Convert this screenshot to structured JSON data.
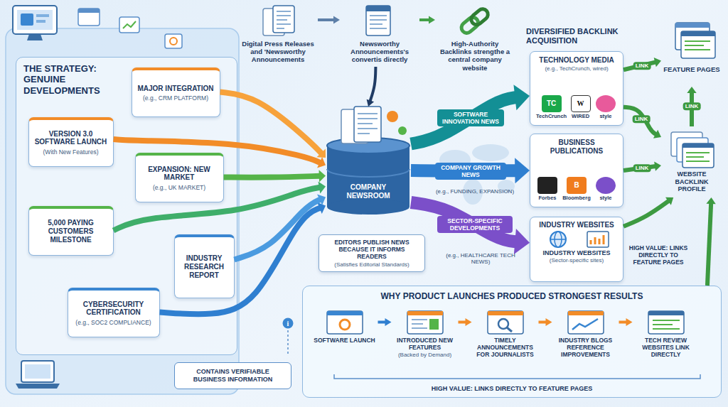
{
  "diagram": {
    "nodes": [
      {
        "text": [
          "THE STRATEGY: GENUINE DEVELOPMENTS"
        ]
      },
      {
        "text": [
          "VERSION 3.0 SOFTWARE LAUNCH",
          "(With New Features)"
        ],
        "in": 0
      },
      {
        "text": [
          "MAJOR INTEGRATION",
          "(e.g., CRM PLATFORM)"
        ],
        "in": 0
      },
      {
        "text": [
          "EXPANSION: NEW MARKET",
          "(e.g., UK MARKET)"
        ],
        "in": 0
      },
      {
        "text": [
          "5,000 PAYING CUSTOMERS MILESTONE"
        ],
        "in": 0
      },
      {
        "text": [
          "CYBERSECURITY CERTIFICATION",
          "(e.g., SOC2 COMPLIANCE)"
        ],
        "in": 0
      },
      {
        "text": [
          "INDUSTRY RESEARCH REPORT"
        ],
        "in": 0
      },
      {
        "text": [
          "CONTAINS VERIFIABLE BUSINESS INFORMATION"
        ]
      },
      {
        "text": [
          "Digital Press Releases and 'Newsworthy Announcements"
        ]
      },
      {
        "text": [
          "Newsworthy Announcements's convertis directly"
        ]
      },
      {
        "text": [
          "High-Authority Backlinks strengthe a central company website"
        ]
      },
      {
        "text": [
          "COMPANY NEWSROOM"
        ]
      },
      {
        "text": [
          "EDITORS PUBLISH NEWS BECAUSE IT INFORMS READERS",
          "(Satisfies Editorial Standards)"
        ]
      },
      {
        "text": [
          "TECHNOLOGY MEDIA",
          "(e.g., TechCrunch, wired)"
        ]
      },
      {
        "text": [
          "TC",
          "TechCrunch"
        ],
        "in": 13
      },
      {
        "text": [
          "W",
          "WIRED"
        ],
        "in": 13
      },
      {
        "text": [
          "style"
        ],
        "in": 13
      },
      {
        "text": [
          "BUSINESS PUBLICATIONS"
        ]
      },
      {
        "text": [
          "Forbes"
        ],
        "in": 17
      },
      {
        "text": [
          "B",
          "Bloomberg"
        ],
        "in": 17
      },
      {
        "text": [
          "style"
        ],
        "in": 17
      },
      {
        "text": [
          "INDUSTRY WEBSITES",
          "INDUSTRY WEBSITES",
          "(Sector-specific sites)"
        ]
      },
      {
        "text": [
          "FEATURE PAGES"
        ]
      },
      {
        "text": [
          "WEBSITE BACKLINK PROFILE"
        ]
      },
      {
        "text": [
          "WHY PRODUCT LAUNCHES PRODUCED STRONGEST RESULTS",
          "HIGH VALUE: LINKS DIRECTLY TO FEATURE PAGES"
        ]
      },
      {
        "text": [
          "SOFTWARE LAUNCH"
        ],
        "in": 24
      },
      {
        "text": [
          "INTRODUCED NEW FEATURES",
          "(Backed by Demand)"
        ],
        "in": 24
      },
      {
        "text": [
          "TIMELY ANNOUNCEMENTS FOR JOURNALISTS"
        ],
        "in": 24
      },
      {
        "text": [
          "INDUSTRY BLOGS REFERENCE IMPROVEMENTS"
        ],
        "in": 24
      },
      {
        "text": [
          "TECH REVIEW WEBSITES LINK DIRECTLY"
        ],
        "in": 24
      }
    ],
    "edges": [
      {
        "from": 1,
        "to": 11,
        "arrow": "to"
      },
      {
        "from": 2,
        "to": 11,
        "arrow": "to"
      },
      {
        "from": 3,
        "to": 11,
        "arrow": "to"
      },
      {
        "from": 4,
        "to": 11,
        "arrow": "to"
      },
      {
        "from": 5,
        "to": 11,
        "arrow": "to"
      },
      {
        "from": 6,
        "to": 11,
        "arrow": "to"
      },
      {
        "from": 8,
        "to": 9,
        "arrow": "to"
      },
      {
        "from": 9,
        "to": 10,
        "arrow": "to"
      },
      {
        "from": 9,
        "to": 11,
        "arrow": "to"
      },
      {
        "from": 11,
        "to": 13,
        "label": "SOFTWARE INNOVATION NEWS",
        "arrow": "to"
      },
      {
        "from": 11,
        "to": 17,
        "label": "COMPANY GROWTH NEWS",
        "arrow": "to"
      },
      {
        "from": 11,
        "to": 21,
        "label": "SECTOR-SPECIFIC DEVELOPMENTS",
        "arrow": "to"
      },
      {
        "from": 13,
        "to": 22,
        "label": "LINK",
        "arrow": "to"
      },
      {
        "from": 13,
        "to": 23,
        "label": "LINK",
        "arrow": "to"
      },
      {
        "from": 17,
        "to": 23,
        "label": "LINK",
        "arrow": "to"
      },
      {
        "from": 21,
        "to": 23,
        "arrow": "to"
      },
      {
        "from": 23,
        "to": 22,
        "label": "LINK",
        "arrow": "to"
      },
      {
        "from": 24,
        "to": 23,
        "arrow": "to"
      },
      {
        "from": 25,
        "to": 26,
        "arrow": "to"
      },
      {
        "from": 26,
        "to": 27,
        "arrow": "to"
      },
      {
        "from": 27,
        "to": 28,
        "arrow": "to"
      },
      {
        "from": 28,
        "to": 29,
        "arrow": "to"
      }
    ],
    "labels": [
      "DIVERSIFIED BACKLINK ACQUISITION",
      "(e.g., FUNDING, EXPANSION)",
      "(e.g., HEALTHCARE TECH NEWS)",
      "HIGH VALUE: LINKS DIRECTLY TO FEATURE PAGES",
      "i"
    ]
  }
}
